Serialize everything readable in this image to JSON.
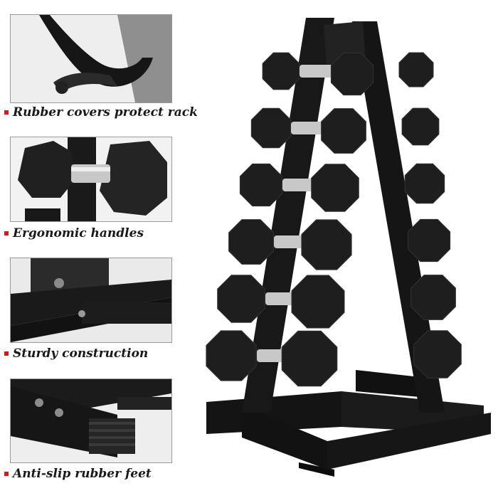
{
  "features": [
    {
      "label": "Rubber covers protect rack",
      "icon": "rubber-hook-icon"
    },
    {
      "label": "Ergonomic handles",
      "icon": "dumbbell-handle-icon"
    },
    {
      "label": "Sturdy construction",
      "icon": "bolted-frame-icon"
    },
    {
      "label": "Anti-slip rubber feet",
      "icon": "rubber-foot-icon"
    }
  ],
  "colors": {
    "bullet": "#d11a1a",
    "steel": "#151515",
    "rubber": "#1e1e1e",
    "chrome": "#c8c8c8"
  },
  "product": {
    "type": "A-frame dumbbell rack",
    "dumbbell_pairs_visible": 6
  }
}
